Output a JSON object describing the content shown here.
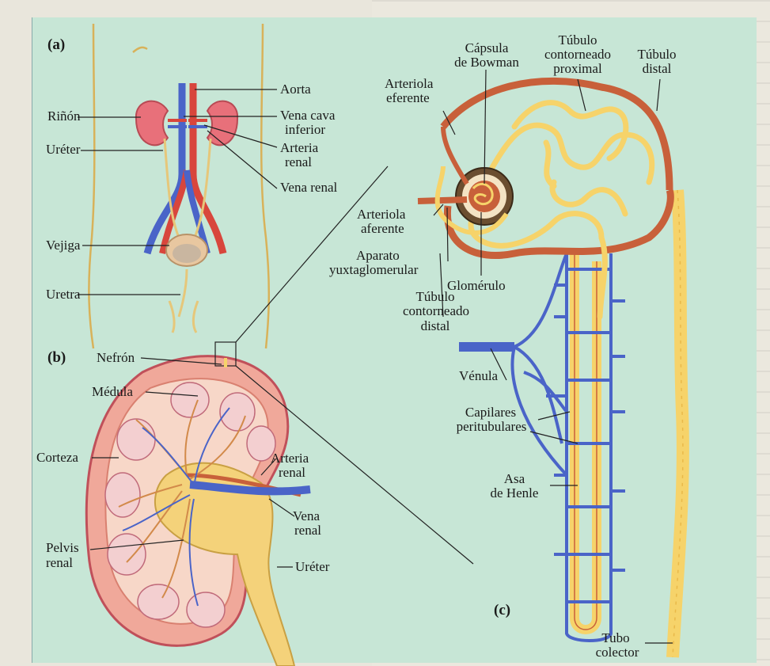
{
  "panels": {
    "a": "(a)",
    "b": "(b)",
    "c": "(c)"
  },
  "labels_a": {
    "rinon": "Riñón",
    "ureter": "Uréter",
    "vejiga": "Vejiga",
    "uretra": "Uretra",
    "aorta": "Aorta",
    "vena_cava_1": "Vena cava",
    "vena_cava_2": "inferior",
    "arteria_renal_1": "Arteria",
    "arteria_renal_2": "renal",
    "vena_renal": "Vena renal"
  },
  "labels_b": {
    "nefron": "Nefrón",
    "medula": "Médula",
    "corteza": "Corteza",
    "pelvis_1": "Pelvis",
    "pelvis_2": "renal",
    "arteria_1": "Arteria",
    "arteria_2": "renal",
    "vena_1": "Vena",
    "vena_2": "renal",
    "ureter": "Uréter"
  },
  "labels_c": {
    "capsula_1": "Cápsula",
    "capsula_2": "de Bowman",
    "tubulo_prox_1": "Túbulo",
    "tubulo_prox_2": "contorneado",
    "tubulo_prox_3": "proximal",
    "tubulo_distal_1": "Túbulo",
    "tubulo_distal_2": "distal",
    "arteriola_eferente_1": "Arteriola",
    "arteriola_eferente_2": "eferente",
    "arteriola_aferente_1": "Arteriola",
    "arteriola_aferente_2": "aferente",
    "aparato_1": "Aparato",
    "aparato_2": "yuxtaglomerular",
    "glomerulo": "Glomérulo",
    "tcd_1": "Túbulo",
    "tcd_2": "contorneado",
    "tcd_3": "distal",
    "venula": "Vénula",
    "capilares_1": "Capilares",
    "capilares_2": "peritubulares",
    "asa_1": "Asa",
    "asa_2": "de Henle",
    "tubo_1": "Tubo",
    "tubo_2": "colector"
  },
  "colors": {
    "panel": "#c7e6d6",
    "artery": "#c8603a",
    "vein": "#4a64c8",
    "tubule": "#f6d36a",
    "kidney": "#e6747a"
  }
}
